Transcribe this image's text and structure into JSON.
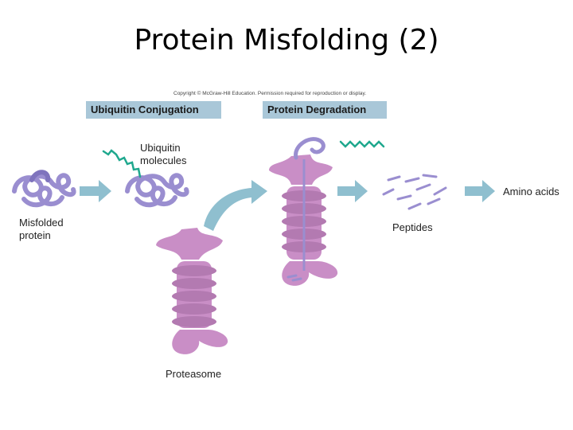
{
  "title": "Protein Misfolding (2)",
  "copyright": "Copyright © McGraw-Hill Education. Permission required for reproduction or display.",
  "stages": {
    "conjugation": "Ubiquitin Conjugation",
    "degradation": "Protein Degradation"
  },
  "labels": {
    "misfolded_1": "Misfolded",
    "misfolded_2": "protein",
    "ubiquitin_1": "Ubiquitin",
    "ubiquitin_2": "molecules",
    "proteasome": "Proteasome",
    "peptides": "Peptides",
    "amino_acids": "Amino acids"
  },
  "colors": {
    "protein": "#9a8ed0",
    "proteasome": "#c98ec6",
    "ubiquitin": "#1fa88e",
    "arrow": "#8fbfcf",
    "header": "#a9c7d8"
  }
}
